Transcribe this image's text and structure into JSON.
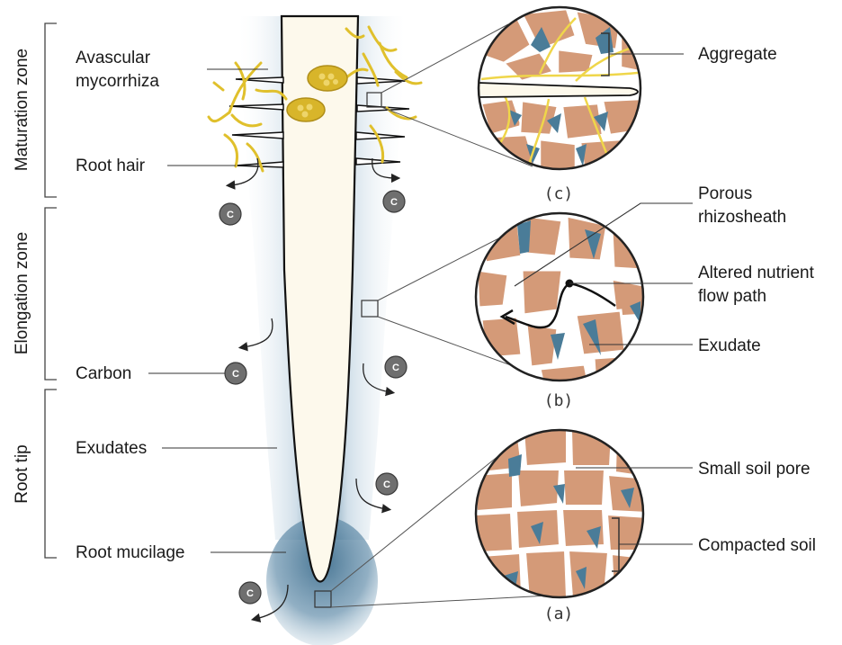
{
  "zones": {
    "maturation": "Maturation zone",
    "elongation": "Elongation zone",
    "root_tip": "Root tip"
  },
  "labels": {
    "avascular_line1": "Avascular",
    "avascular_line2": "mycorrhiza",
    "root_hair": "Root hair",
    "carbon": "Carbon",
    "exudates": "Exudates",
    "root_mucilage": "Root mucilage",
    "aggregate": "Aggregate",
    "porous_line1": "Porous",
    "porous_line2": "rhizosheath",
    "altered_line1": "Altered nutrient",
    "altered_line2": "flow path",
    "exudate": "Exudate",
    "small_soil_pore": "Small soil pore",
    "compacted_soil": "Compacted soil"
  },
  "panels": {
    "a": "(a)",
    "b": "(b)",
    "c": "(c)"
  },
  "carbon_symbol": "C",
  "colors": {
    "root_fill": "#fdf9ec",
    "mucilage_blue": "#3e6e8e",
    "soil_particle": "#d49a78",
    "pore_blue": "#4a7c98",
    "hyphae_yellow": "#e8c832",
    "carbon_grey": "#6f6f6f"
  }
}
